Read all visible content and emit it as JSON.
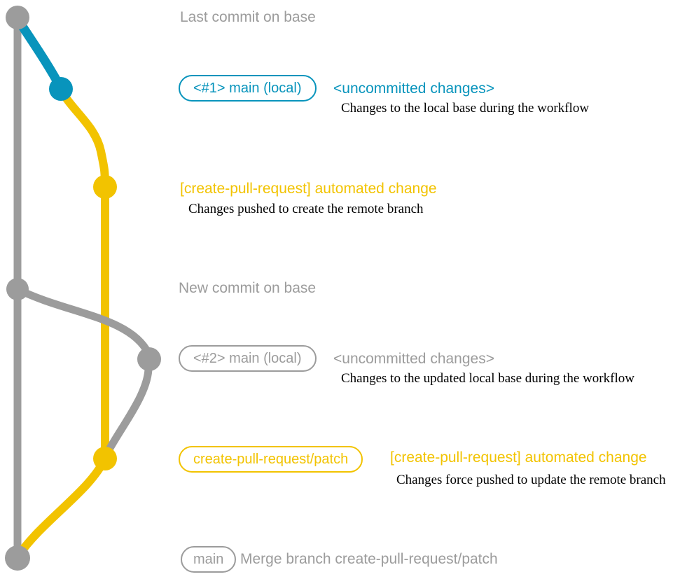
{
  "colors": {
    "gray": "#9c9c9c",
    "teal": "#0894bc",
    "yellow": "#f2c300",
    "ink": "#000000",
    "bg": "#ffffff"
  },
  "graph": {
    "branches": [
      {
        "name": "base",
        "color": "gray"
      },
      {
        "name": "main (local) #1",
        "color": "teal"
      },
      {
        "name": "create-pull-request/patch",
        "color": "yellow"
      },
      {
        "name": "main (local) #2",
        "color": "gray"
      }
    ],
    "commits": [
      {
        "id": "last-commit-on-base",
        "color": "gray"
      },
      {
        "id": "main-local-1-uncommitted",
        "color": "teal"
      },
      {
        "id": "automated-change-1",
        "color": "yellow"
      },
      {
        "id": "new-commit-on-base",
        "color": "gray"
      },
      {
        "id": "main-local-2-uncommitted",
        "color": "gray"
      },
      {
        "id": "automated-change-2",
        "color": "yellow"
      },
      {
        "id": "merge-commit",
        "color": "gray"
      }
    ]
  },
  "annotations": {
    "last_commit": "Last commit on base",
    "step1": {
      "badge": "<#1> main (local)",
      "title": "<uncommitted changes>",
      "description": "Changes to the local base during the workflow"
    },
    "step2": {
      "title": "[create-pull-request] automated change",
      "description": "Changes pushed to create the remote branch"
    },
    "new_commit": "New commit on base",
    "step3": {
      "badge": "<#2> main (local)",
      "title": "<uncommitted changes>",
      "description": "Changes to the updated local base during the workflow"
    },
    "step4": {
      "badge": "create-pull-request/patch",
      "title": "[create-pull-request] automated change",
      "description": "Changes force pushed to update the remote branch"
    },
    "merge": {
      "badge": "main",
      "title": "Merge branch create-pull-request/patch"
    }
  }
}
